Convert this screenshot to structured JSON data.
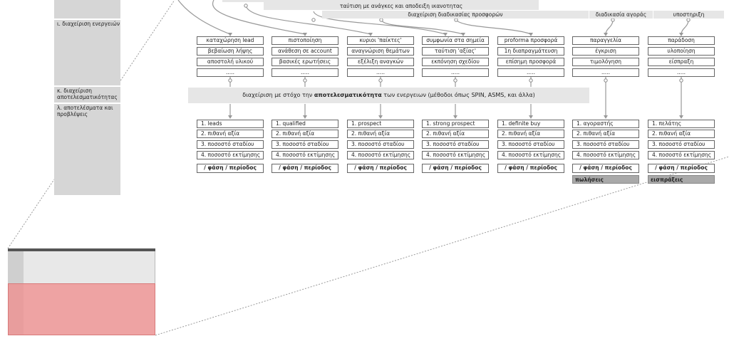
{
  "sidebar": {
    "labels": [
      "ι. διαχείριση ενεργειών",
      "κ. διαχείριση αποτελεσματικότητας",
      "λ. αποτελέσματα και προβλέψεις"
    ]
  },
  "banners": {
    "needs": "ταύτιση με ανάγκες και αποδειξη ικανοτητας",
    "offers": "διαχείριση διαδικασίας προσφορών",
    "purchase": "διαδικασία αγοράς",
    "support": "υποστηριξη",
    "effectiveness_pre": "διαχείριση με στόχο την ",
    "effectiveness_bold": "αποτελεσματικότητα",
    "effectiveness_post": " των ενεργειων (μέθοδοι όπως SPIN, ASMS, και άλλα)"
  },
  "actions": [
    [
      "καταχώρηση lead",
      "βεβαίωση λήψης",
      "αποστολή υλικού",
      "....."
    ],
    [
      "πιστοποίηση",
      "ανάθεση σε account",
      "βασικές ερωτήσεις",
      "....."
    ],
    [
      "κυριοι 'παίκτες'",
      "αναγνώριση θεμάτων",
      "εξέλιξη αναγκών",
      "....."
    ],
    [
      "συμφωνία στα σημεία",
      "ταύτιση 'αξίας'",
      "εκπόνηση σχεδίου",
      "....."
    ],
    [
      "proforma προσφορά",
      "1η διαπραγμάτευση",
      "επίσημη προσφορά",
      "....."
    ],
    [
      "παραγγελία",
      "έγκριση",
      "τιμολόγηση",
      "....."
    ],
    [
      "παράδοση",
      "υλοποίηση",
      "είσπραξη",
      "....."
    ]
  ],
  "stages": [
    "1. leads",
    "1. qualified",
    "1. prospect",
    "1. strong prospect",
    "1. definite buy",
    "1. αγοραστής",
    "1. πελάτης"
  ],
  "metrics": [
    "2. πιθανή αξία",
    "3. ποσοστό σταδίου",
    "4. ποσοστό εκτίμησης"
  ],
  "period_label": "/ φάση / περίοδος",
  "totals": [
    "πωλήσεις",
    "εισπράξεις"
  ]
}
